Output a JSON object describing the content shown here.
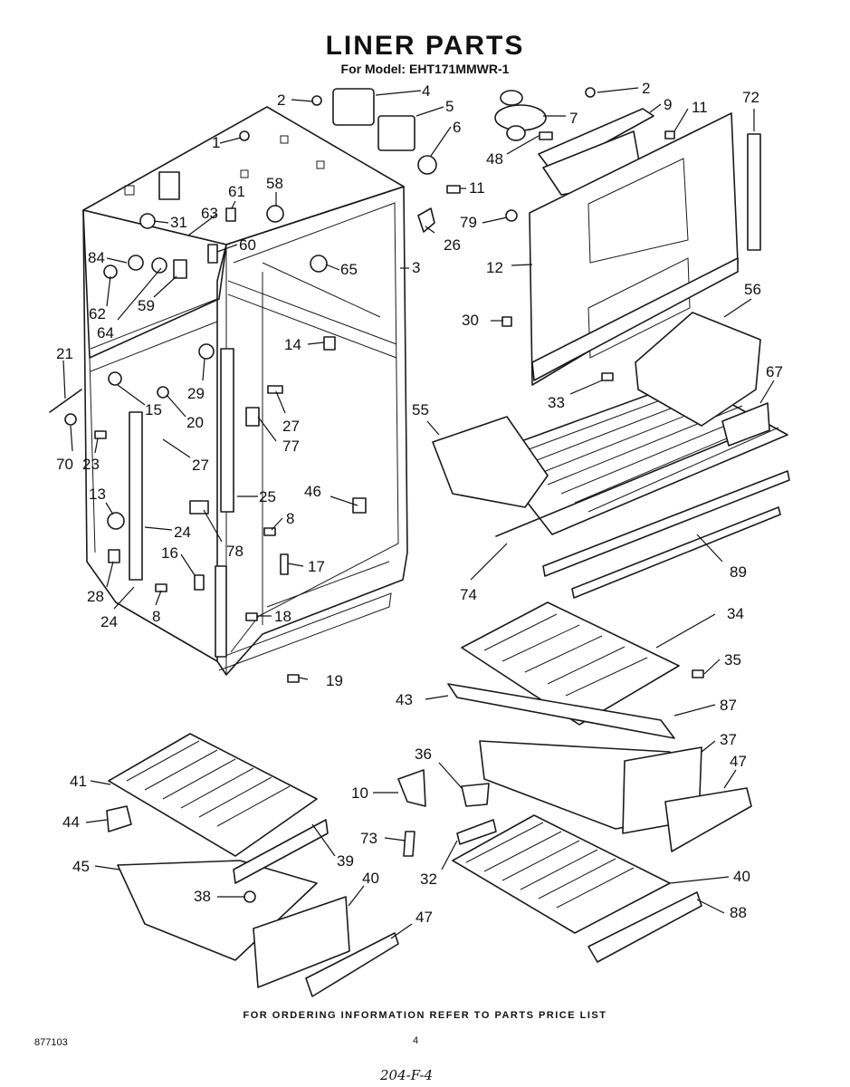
{
  "title": "LINER PARTS",
  "model_line": "For Model: EHT171MMWR-1",
  "footer_text": "FOR ORDERING INFORMATION REFER TO PARTS PRICE LIST",
  "doc_number": "877103",
  "page_number": "4",
  "handwritten_note": "204-F-4",
  "callouts": [
    "2",
    "4",
    "5",
    "6",
    "1",
    "7",
    "2",
    "9",
    "11",
    "72",
    "48",
    "11",
    "58",
    "61",
    "63",
    "31",
    "79",
    "26",
    "60",
    "84",
    "65",
    "3",
    "12",
    "62",
    "59",
    "64",
    "56",
    "30",
    "14",
    "21",
    "29",
    "15",
    "20",
    "27",
    "77",
    "33",
    "55",
    "67",
    "70",
    "23",
    "27",
    "25",
    "46",
    "13",
    "8",
    "24",
    "78",
    "16",
    "17",
    "28",
    "24",
    "8",
    "18",
    "19",
    "74",
    "89",
    "34",
    "35",
    "43",
    "87",
    "37",
    "41",
    "36",
    "10",
    "47",
    "44",
    "73",
    "39",
    "45",
    "40",
    "32",
    "40",
    "38",
    "88",
    "47"
  ]
}
